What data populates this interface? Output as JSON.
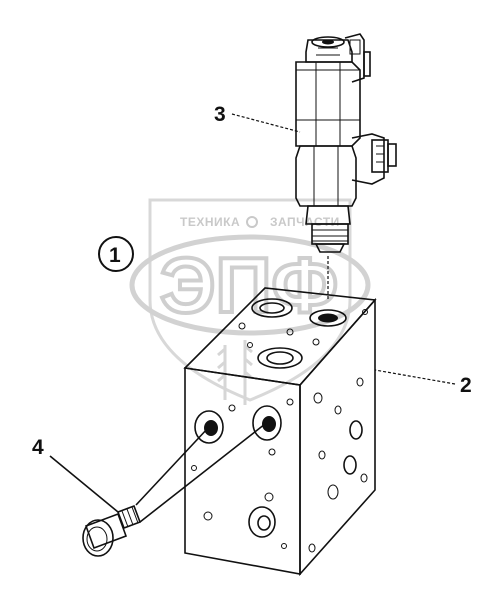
{
  "watermark": {
    "top_left_text": "ТЕХНИКА",
    "top_right_text": "ЗАПЧАСТИ",
    "big_text": "ЭПФ"
  },
  "callouts": [
    {
      "id": "1",
      "label": "1",
      "circled": true
    },
    {
      "id": "2",
      "label": "2",
      "circled": false
    },
    {
      "id": "3",
      "label": "3",
      "circled": false
    },
    {
      "id": "4",
      "label": "4",
      "circled": false
    }
  ],
  "colors": {
    "ink": "#111111",
    "watermark": "#cfcfcf",
    "background": "#ffffff"
  }
}
